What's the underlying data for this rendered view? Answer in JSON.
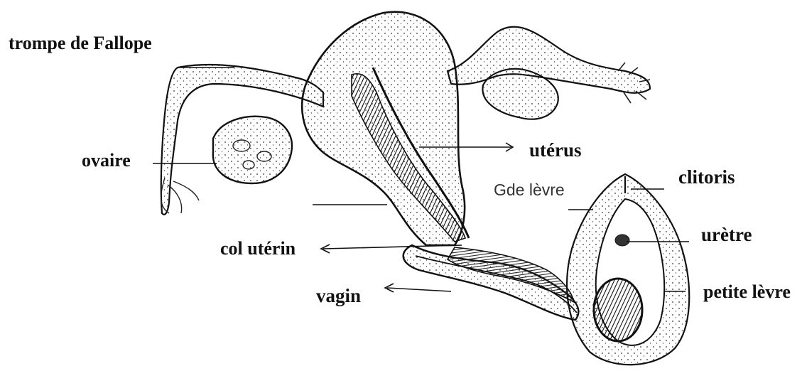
{
  "labels": {
    "fallopian_tube": "trompe de Fallope",
    "ovary": "ovaire",
    "uterus": "utérus",
    "clitoris": "clitoris",
    "labia_majora": "Gde lèvre",
    "urethra": "urètre",
    "cervix": "col utérin",
    "vagina": "vagin",
    "labia_minora": "petite lèvre"
  },
  "colors": {
    "ink": "#111111",
    "paper": "#ffffff",
    "shade": "#222222"
  }
}
